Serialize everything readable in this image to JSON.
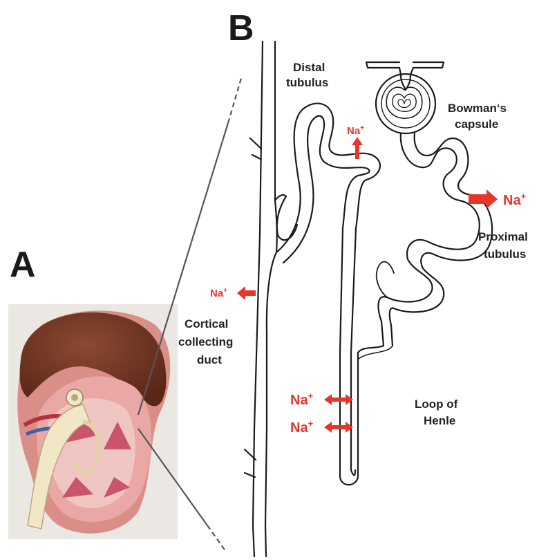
{
  "panels": {
    "a": "A",
    "b": "B"
  },
  "labels": {
    "distal_1": "Distal",
    "distal_2": "tubulus",
    "bowman_1": "Bowman‘s",
    "bowman_2": "capsule",
    "proximal_1": "Proximal",
    "proximal_2": "tubulus",
    "cortical_1": "Cortical",
    "cortical_2": "collecting",
    "cortical_3": "duct",
    "henle_1": "Loop of",
    "henle_2": "Henle"
  },
  "ion": {
    "symbol": "Na",
    "charge": "+"
  },
  "colors": {
    "arrow": "#e8352a",
    "ink": "#1a1a1a"
  }
}
